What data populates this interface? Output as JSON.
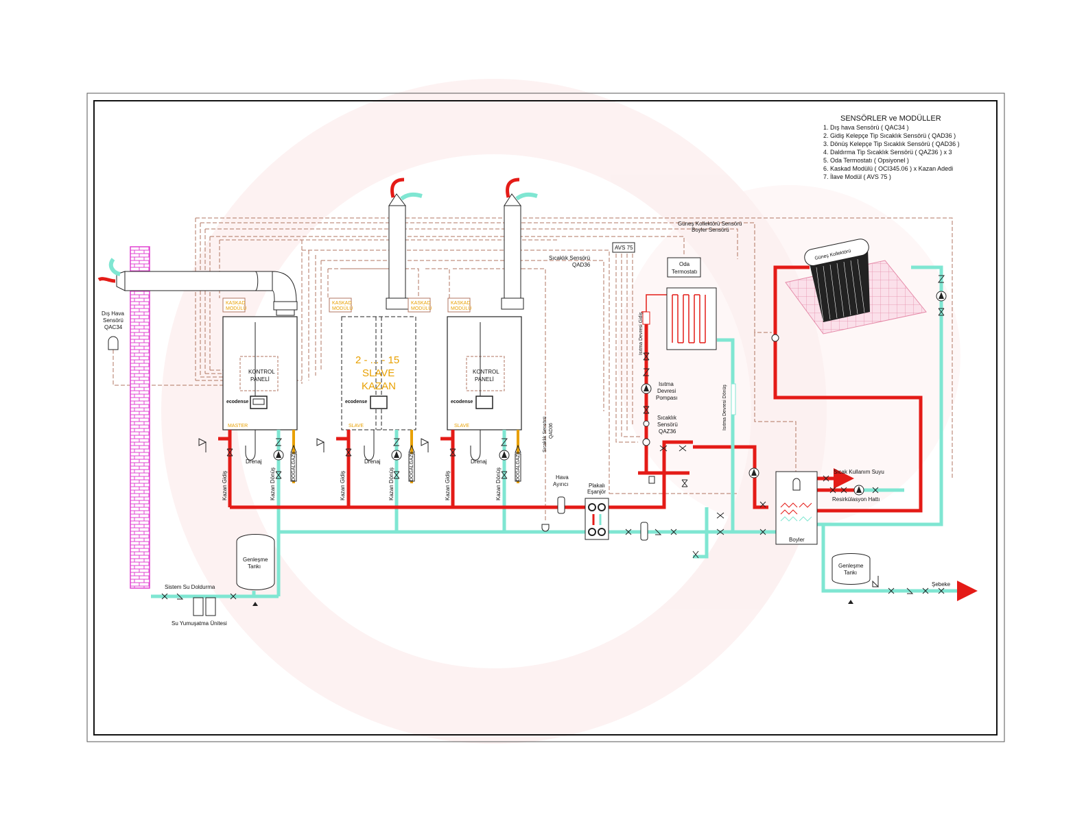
{
  "colors": {
    "supply": "#e41b17",
    "return": "#7fe6d2",
    "sensor_wire": "#b07560",
    "chimney_wall": "#e040d0",
    "accent_text": "#e8a000",
    "watermark": "#fbe5e5"
  },
  "legend": {
    "title": "SENSÖRLER ve MODÜLLER",
    "items": [
      "1. Dış hava Sensörü ( QAC34 )",
      "2. Gidiş Kelepçe Tip Sıcaklık Sensörü ( QAD36 )",
      "3. Dönüş Kelepçe Tip Sıcaklık Sensörü ( QAD36 )",
      "4. Daldırma Tip Sıcaklık Sensörü ( QAZ36 ) x 3",
      "5. Oda Termostatı ( Opsiyonel )",
      "6. Kaskad Modülü ( OCI345.06 ) x Kazan Adedi",
      "7. İlave Modül ( AVS 75 )"
    ]
  },
  "outdoor_sensor": {
    "line1": "Dış Hava",
    "line2": "Sensörü",
    "line3": "QAC34"
  },
  "boilers": {
    "kaskad_line1": "KASKAD",
    "kaskad_line2": "MODÜLÜ",
    "panel_line1": "KONTROL",
    "panel_line2": "PANELİ",
    "brand": "ecodense",
    "master_tag": "MASTER",
    "slave_tag": "SLAVE",
    "slave_big_line1": "2 - ... - 15",
    "slave_big_line2": "SLAVE",
    "slave_big_line3": "KAZAN",
    "drain": "Drenaj",
    "supply": "Kazan Gidiş",
    "return": "Kazan Dönüş",
    "gas": "DOĞALGAZ"
  },
  "sensors": {
    "solar_sensor": "Güneş Kollektörü Sensörü",
    "boiler_sensor": "Boyler Sensörü",
    "temp_sensor_top_l1": "Sıcaklık Sensörü",
    "temp_sensor_top_l2": "QAD36",
    "temp_sensor_v_l1": "Sıcaklık Sensörü",
    "temp_sensor_v_l2": "QAD36",
    "avs": "AVS 75",
    "qaz_l1": "Sıcaklık",
    "qaz_l2": "Sensörü",
    "qaz_l3": "QAZ36"
  },
  "heating_circuit": {
    "room_thermostat_l1": "Oda",
    "room_thermostat_l2": "Termostatı",
    "supply_label": "Isıtma Devresi Gidiş",
    "return_label": "Isıtma Devresi Dönüş",
    "pump_l1": "Isıtma",
    "pump_l2": "Devresi",
    "pump_l3": "Pompası"
  },
  "components": {
    "air_vent_l1": "Hava",
    "air_vent_l2": "Ayırıcı",
    "hex_l1": "Plakalı",
    "hex_l2": "Eşanjör",
    "expansion_l1": "Genleşme",
    "expansion_l2": "Tankı",
    "fill": "Sistem Su Doldurma",
    "softener": "Su Yumuşatma Ünitesi",
    "boiler_tank": "Boyler",
    "solar_collector": "Güneş Kollektörü",
    "hot_water": "Sıcak Kullanım Suyu",
    "recirculation": "Resirkülasyon Hattı",
    "mains": "Şebeke"
  }
}
